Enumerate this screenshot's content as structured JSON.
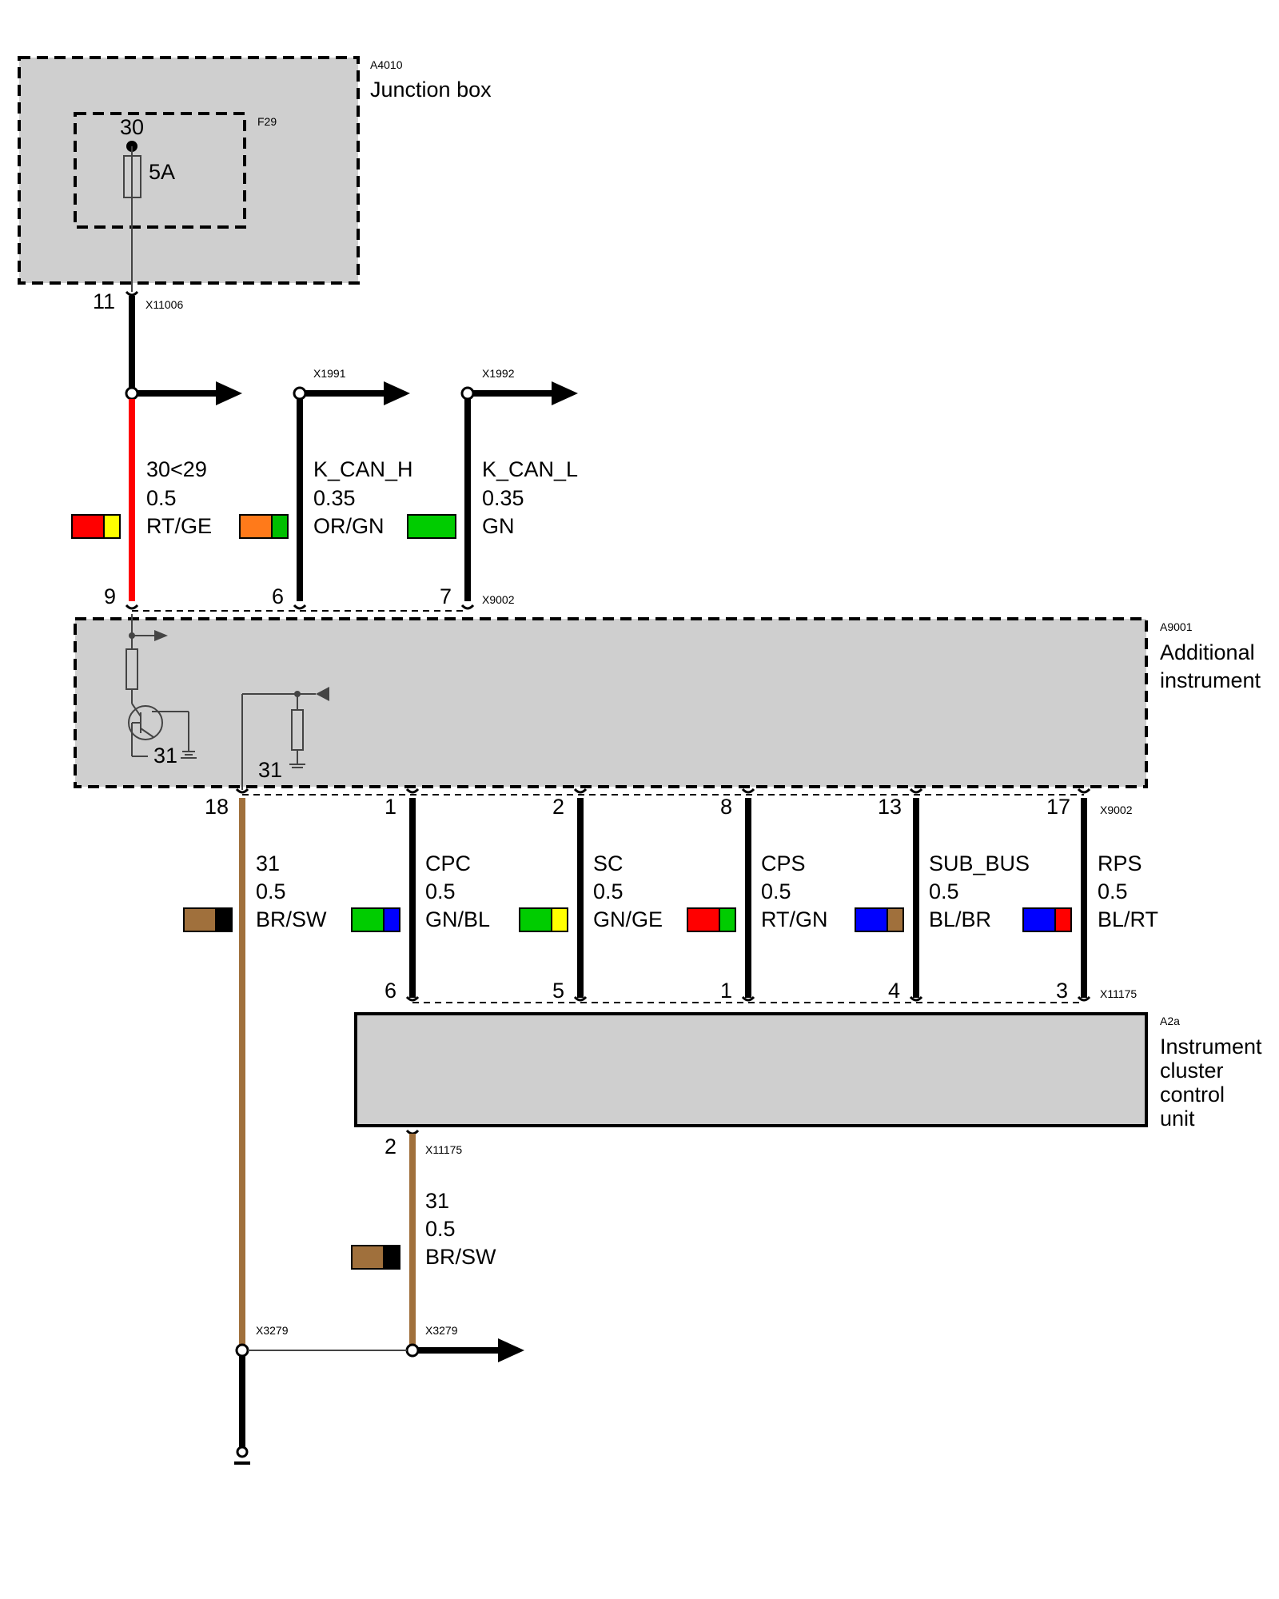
{
  "components": {
    "junction_box": {
      "id": "A4010",
      "name": "Junction box"
    },
    "fuse_holder": {
      "id": "F29",
      "terminal": "30",
      "rating": "5A"
    },
    "additional_instrument": {
      "id": "A9001",
      "name_line1": "Additional",
      "name_line2": "instrument",
      "ground_left": "31",
      "ground_right": "31"
    },
    "instrument_cluster": {
      "id": "A2a",
      "name_line1": "Instrument",
      "name_line2": "cluster",
      "name_line3": "control",
      "name_line4": "unit"
    }
  },
  "connectors": {
    "x11006": {
      "id": "X11006",
      "pin": "11"
    },
    "x1991": {
      "id": "X1991"
    },
    "x1992": {
      "id": "X1992"
    },
    "x9002_top": {
      "id": "X9002",
      "pins": [
        "9",
        "6",
        "7"
      ]
    },
    "x9002_bottom": {
      "id": "X9002",
      "pins": [
        "18",
        "1",
        "2",
        "8",
        "13",
        "17"
      ]
    },
    "x11175_top": {
      "id": "X11175",
      "pins": [
        "6",
        "5",
        "1",
        "4",
        "3"
      ]
    },
    "x11175_bottom": {
      "id": "X11175",
      "pin": "2"
    },
    "x3279_left": {
      "id": "X3279"
    },
    "x3279_right": {
      "id": "X3279"
    }
  },
  "wires_top": [
    {
      "signal": "30<29",
      "size": "0.5",
      "color_code": "RT/GE",
      "colors": [
        "#ff0000",
        "#ffff00"
      ]
    },
    {
      "signal": "K_CAN_H",
      "size": "0.35",
      "color_code": "OR/GN",
      "colors": [
        "#ff7a1a",
        "#00bf00"
      ]
    },
    {
      "signal": "K_CAN_L",
      "size": "0.35",
      "color_code": "GN",
      "colors": [
        "#00cc00"
      ]
    }
  ],
  "wires_middle": [
    {
      "signal": "31",
      "size": "0.5",
      "color_code": "BR/SW",
      "colors": [
        "#a0703c",
        "#000000"
      ]
    },
    {
      "signal": "CPC",
      "size": "0.5",
      "color_code": "GN/BL",
      "colors": [
        "#00cc00",
        "#0000ff"
      ]
    },
    {
      "signal": "SC",
      "size": "0.5",
      "color_code": "GN/GE",
      "colors": [
        "#00cc00",
        "#ffff00"
      ]
    },
    {
      "signal": "CPS",
      "size": "0.5",
      "color_code": "RT/GN",
      "colors": [
        "#ff0000",
        "#00cc00"
      ]
    },
    {
      "signal": "SUB_BUS",
      "size": "0.5",
      "color_code": "BL/BR",
      "colors": [
        "#0000ff",
        "#a0703c"
      ]
    },
    {
      "signal": "RPS",
      "size": "0.5",
      "color_code": "BL/RT",
      "colors": [
        "#0000ff",
        "#ff0000"
      ]
    }
  ],
  "wire_bottom": {
    "signal": "31",
    "size": "0.5",
    "color_code": "BR/SW",
    "colors": [
      "#a0703c",
      "#000000"
    ]
  },
  "colors": {
    "red_wire": "#ff0000",
    "brown_wire": "#a0703c",
    "box_fill": "#cfcfcf"
  }
}
